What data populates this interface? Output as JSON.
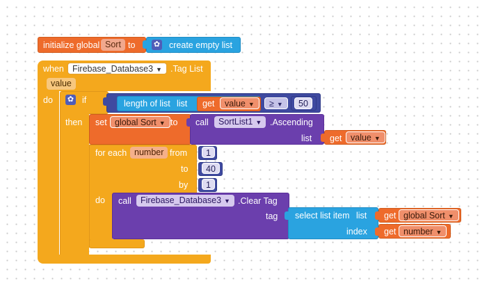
{
  "init": {
    "label": "initialize global",
    "var": "Sort",
    "to": "to",
    "create": "create empty list"
  },
  "when": {
    "label": "when",
    "component": "Firebase_Database3",
    "event": ".Tag List",
    "param": "value",
    "do": "do"
  },
  "ifblock": {
    "if": "if",
    "then": "then"
  },
  "cond": {
    "length": "length of list",
    "list": "list",
    "get": "get",
    "var": "value",
    "op": "≥",
    "num": "50"
  },
  "setblk": {
    "set": "set",
    "var": "global Sort",
    "to": "to"
  },
  "callsort": {
    "call": "call",
    "component": "SortList1",
    "method": ".Ascending",
    "list": "list",
    "get": "get",
    "var": "value"
  },
  "foreach": {
    "label": "for each",
    "var": "number",
    "from": "from",
    "from_val": "1",
    "to": "to",
    "to_val": "40",
    "by": "by",
    "by_val": "1",
    "do": "do"
  },
  "clear": {
    "call": "call",
    "component": "Firebase_Database3",
    "method": ".Clear Tag",
    "tag": "tag"
  },
  "select": {
    "label": "select list item",
    "list": "list",
    "index": "index",
    "get1": "get",
    "var1": "global Sort",
    "get2": "get",
    "var2": "number"
  },
  "colors": {
    "variables": "#f16624",
    "control": "#f4a81d",
    "lists": "#2aa3e0",
    "events": "#f4a81d",
    "math": "#3f4aa0",
    "procedures": "#6b3fad"
  }
}
